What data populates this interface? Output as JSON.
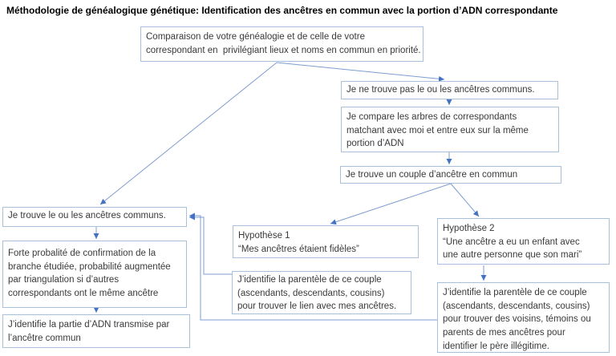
{
  "title": "Méthodologie de généalogique génétique: Identification des ancêtres en commun avec la portion d’ADN correspondante",
  "colors": {
    "box_border": "#a9c0dd",
    "connector_line": "#7d9cd0",
    "arrowhead": "#4472c4",
    "title_text": "#000000",
    "box_text": "#3a3a3a",
    "background": "#ffffff"
  },
  "boxes": {
    "comparison": {
      "text": "Comparaison de votre généalogie et de celle de votre\ncorrespondant en  privilégiant lieux et noms en commun en priorité."
    },
    "no_common_ancestors": {
      "text": "Je ne trouve pas le ou les ancêtres communs."
    },
    "compare_trees": {
      "text": "Je compare les arbres de correspondants\nmatchant avec moi et entre eux sur la même\nportion d’ADN"
    },
    "found_couple": {
      "text": "Je trouve un couple d’ancêtre en commun"
    },
    "found_ancestors": {
      "text": "Je trouve le ou les ancêtres communs."
    },
    "strong_probability": {
      "text": "Forte probalité de confirmation de la\nbranche étudiée, probabilité augmentée\npar triangulation si d’autres\ncorrespondants ont le même ancêtre"
    },
    "identify_dna": {
      "text": "J’identifie la partie d’ADN transmise par\nl’ancêtre commun"
    },
    "hypothesis1": {
      "text": "Hypothèse 1\n“Mes ancêtres étaient fidèles”"
    },
    "identify_relatives_h1": {
      "text": "J’identifie la parentèle de ce couple\n(ascendants, descendants, cousins)\npour trouver le lien avec mes ancêtres."
    },
    "hypothesis2": {
      "text": "Hypothèse 2\n“Une ancêtre a eu un enfant avec\nune autre personne que son mari”"
    },
    "identify_relatives_h2": {
      "text": "J’identifie la parentèle de ce couple\n(ascendants, descendants, cousins)\npour trouver des voisins, témoins ou\nparents de mes ancêtres pour\nidentifier le père illégitime."
    }
  }
}
